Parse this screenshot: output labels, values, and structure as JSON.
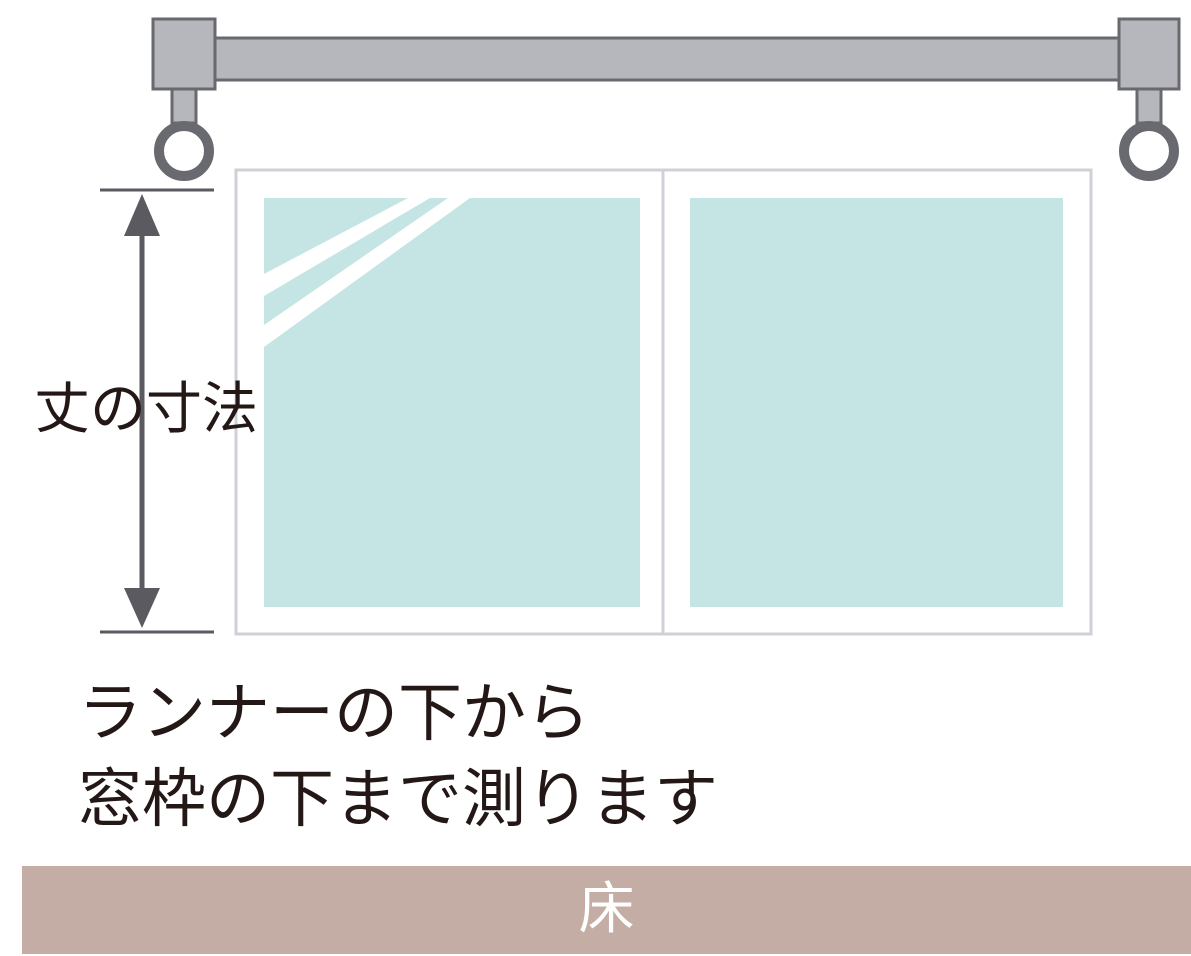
{
  "labels": {
    "height_dimension": "丈の寸法",
    "instruction_line_1": "ランナーの下から",
    "instruction_line_2": "窓枠の下まで測ります",
    "floor": "床"
  },
  "colors": {
    "rail_fill": "#b5b7bc",
    "rail_stroke": "#686a70",
    "glass": "#c4e5e3",
    "window_frame": "#d0d0d8",
    "arrow": "#5a5a60",
    "floor": "#c4ada4",
    "text": "#231815",
    "floor_text": "#ffffff"
  },
  "icons": {
    "runner_left": "runner-ring-icon",
    "runner_right": "runner-ring-icon",
    "dimension_arrow": "double-headed-arrow-icon"
  }
}
